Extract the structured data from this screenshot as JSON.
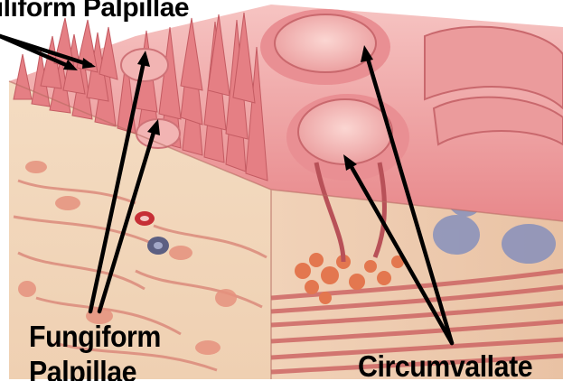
{
  "labels": {
    "filiform": "Filiform Palpillae",
    "fungiform_line1": "Fungiform",
    "fungiform_line2": "Palpillae",
    "circumvallate": "Circumvallate"
  },
  "colors": {
    "papilla_pink": "#e8868a",
    "papilla_light": "#f5c3c0",
    "tissue_tan": "#f3ddc0",
    "muscle_red": "#c9585a",
    "gland_blue": "#8c93bb",
    "gland_orange": "#e3774f",
    "arrow_black": "#000000"
  }
}
